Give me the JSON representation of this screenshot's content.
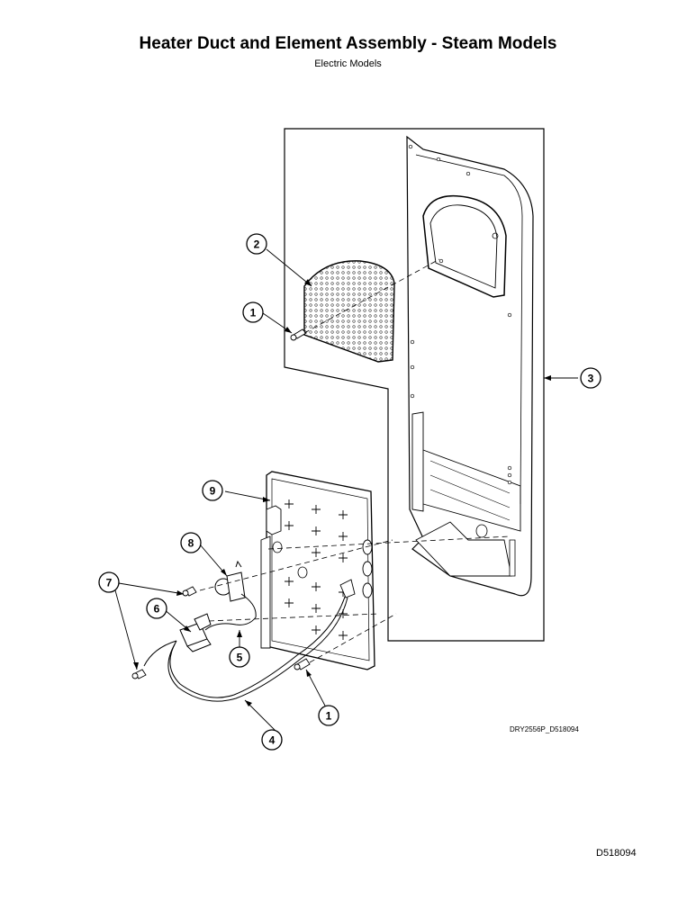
{
  "title": "Heater Duct and Element Assembly - Steam Models",
  "subtitle": "Electric Models",
  "drawing_ref": "DRY2556P_D518094",
  "page_code": "D518094",
  "callouts": [
    {
      "id": "2",
      "label": "2"
    },
    {
      "id": "1a",
      "label": "1"
    },
    {
      "id": "3",
      "label": "3"
    },
    {
      "id": "9",
      "label": "9"
    },
    {
      "id": "8",
      "label": "8"
    },
    {
      "id": "7",
      "label": "7"
    },
    {
      "id": "6",
      "label": "6"
    },
    {
      "id": "5",
      "label": "5"
    },
    {
      "id": "1b",
      "label": "1"
    },
    {
      "id": "4",
      "label": "4"
    }
  ]
}
